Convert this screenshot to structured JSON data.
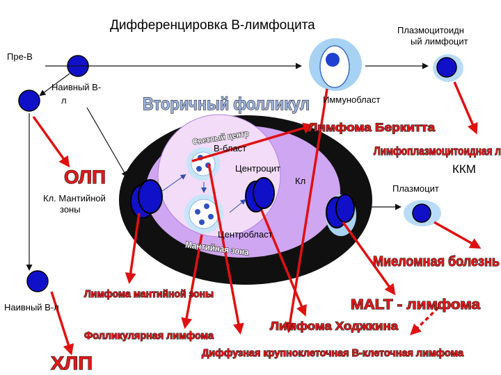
{
  "title": "Дифференцировка В-лимфоцита",
  "colors": {
    "cell_dark": "#1010c8",
    "cell_light": "#b8dcf8",
    "follicle_outer": "#101010",
    "mantle_zone": "#cfa6f2",
    "light_center": "#f2dcf8",
    "red_arrow": "#e01010",
    "wordart_red": "#e3181a",
    "wordart_blue": "#9bb0dc"
  },
  "labels": {
    "pre_b": "Пре-В",
    "naive_b_1": "Наивный В-",
    "naive_b_2": "л",
    "mantle_cell_1": "Кл. Мантийной",
    "mantle_cell_2": "зоны",
    "plasmacytoid_1": "Плазмоцитоидн",
    "plasmacytoid_2": "ый лимфоцит",
    "immunoblast": "Иммунобласт",
    "b_blast": "В-бласт",
    "centrocyte": "Центроцит",
    "cl": "Кл",
    "centroblast": "Центробласт",
    "plasmocyte": "Плазмоцит",
    "kkm": "ККМ",
    "naive_b_bottom": "Наивный В-л"
  },
  "wordart": {
    "secondary_follicle": "Вторичный фолликул",
    "light_center": "Светлый центр",
    "mantle_zone": "Мантийная зона",
    "olp": "ОЛП",
    "hlp": "ХЛП",
    "burkitt": "Лимфома Беркитта",
    "lymphoplasmacytoid": "Лимфоплазмоцитоидная л",
    "myeloma": "Миеломная болезнь",
    "malt": "MALT - лимфома",
    "mantle_lymphoma": "Лимфома мантийной зоны",
    "follicular": "Фолликулярная лимфома",
    "hodgkin": "Лимфома Ходжкина",
    "diffuse": "Диффузная крупноклеточная В-клеточная лимфома"
  }
}
